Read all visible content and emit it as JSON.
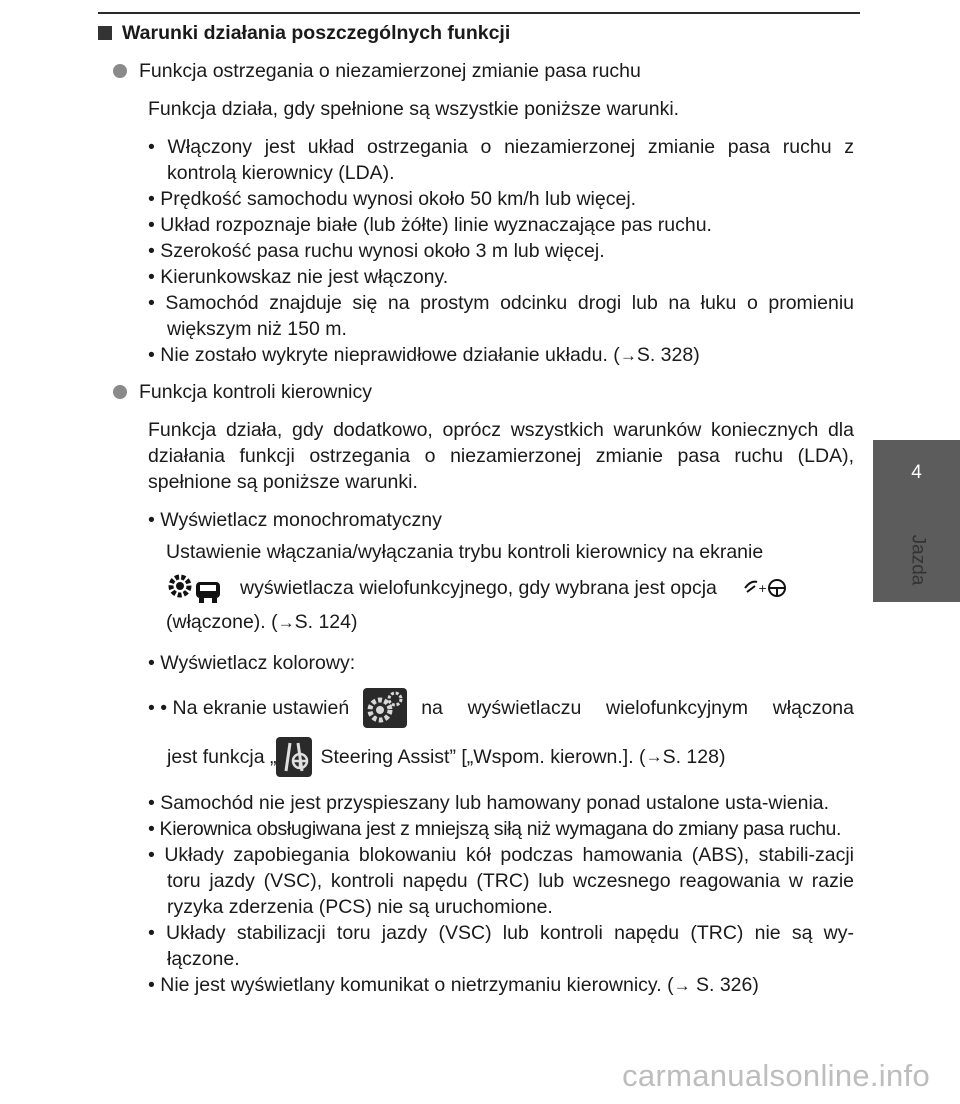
{
  "heading": "Warunki działania poszczególnych funkcji",
  "section1": {
    "title": "Funkcja ostrzegania o niezamierzonej zmianie pasa ruchu",
    "intro": "Funkcja działa, gdy spełnione są wszystkie poniższe warunki.",
    "items": [
      "Włączony jest układ ostrzegania o niezamierzonej zmianie pasa ruchu z kontrolą kierownicy (LDA).",
      "Prędkość samochodu wynosi około 50 km/h lub więcej.",
      "Układ rozpoznaje białe (lub żółte) linie wyznaczające pas ruchu.",
      "Szerokość pasa ruchu wynosi około 3 m lub więcej.",
      "Kierunkowskaz nie jest włączony.",
      "Samochód znajduje się na prostym odcinku drogi lub na łuku o promieniu większym niż 150 m."
    ],
    "last_item_text": "Nie zostało wykryte nieprawidłowe działanie układu. (",
    "last_item_ref": "S. 328)"
  },
  "section2": {
    "title": "Funkcja kontroli kierownicy",
    "intro": "Funkcja działa, gdy dodatkowo, oprócz wszystkich warunków koniecznych dla działania funkcji ostrzegania o niezamierzonej zmianie pasa ruchu (LDA), spełnione są poniższe warunki.",
    "mono_label": "Wyświetlacz monochromatyczny",
    "mono_line1": "Ustawienie włączania/wyłączania trybu kontroli kierownicy na ekranie",
    "mono_line2": "wyświetlacza wielofunkcyjnego, gdy wybrana jest opcja",
    "mono_line3_a": "(włączone). (",
    "mono_line3_b": "S. 124)",
    "color_label": "Wyświetlacz kolorowy:",
    "color_line1_a": "Na ekranie ustawień",
    "color_line1_b": "na wyświetlaczu wielofunkcyjnym włączona",
    "color_line2_a": "jest funkcja „",
    "color_line2_b": "Steering Assist” [„Wspom. kierown.]. (",
    "color_line2_c": "S. 128)",
    "items": [
      "Samochód nie jest przyspieszany lub hamowany ponad ustalone usta-wienia.",
      "Kierownica obsługiwana jest z mniejszą siłą niż wymagana do zmiany pasa ruchu.",
      "Układy zapobiegania blokowaniu kół podczas hamowania (ABS), stabili-zacji toru jazdy (VSC), kontroli napędu (TRC) lub wczesnego reagowania w razie ryzyka zderzenia (PCS) nie są uruchomione.",
      "Układy stabilizacji toru jazdy (VSC) lub kontroli napędu (TRC) nie są wy-łączone."
    ],
    "last_item_text": "Nie jest wyświetlany komunikat o nietrzymaniu kierownicy. (",
    "last_item_ref": "S. 326)"
  },
  "arrow": "→",
  "tab": {
    "number": "4",
    "label": "Jazda"
  },
  "watermark": "carmanualsonline.info"
}
